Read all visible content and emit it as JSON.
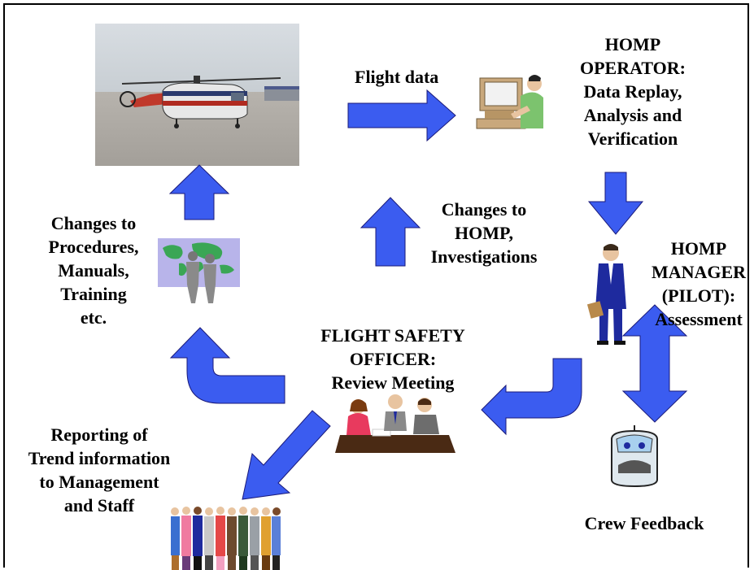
{
  "diagram": {
    "flight_data_label": "Flight data",
    "operator_label": [
      "HOMP",
      "OPERATOR:",
      "Data Replay,",
      "Analysis and",
      "Verification"
    ],
    "manager_label": [
      "HOMP",
      "MANAGER",
      "(PILOT):",
      "Assessment"
    ],
    "changes_homp_label": [
      "Changes to",
      "HOMP,",
      "Investigations"
    ],
    "changes_procedures_label": [
      "Changes to",
      "Procedures,",
      "Manuals,",
      "Training",
      "etc."
    ],
    "fso_label": [
      "FLIGHT SAFETY",
      "OFFICER:",
      "Review Meeting"
    ],
    "reporting_label": [
      "Reporting of",
      "Trend information",
      "to Management",
      "and Staff"
    ],
    "crew_feedback_label": "Crew Feedback"
  },
  "colors": {
    "arrow_fill": "#3b5cf0",
    "arrow_stroke": "#1a1a7a",
    "text": "#000000",
    "frame": "#000000"
  },
  "icons": [
    "helicopter-photo",
    "computer-operator-icon",
    "businessman-icon",
    "world-map-people-icon",
    "meeting-icon",
    "cockpit-icon",
    "staff-group-icon"
  ]
}
